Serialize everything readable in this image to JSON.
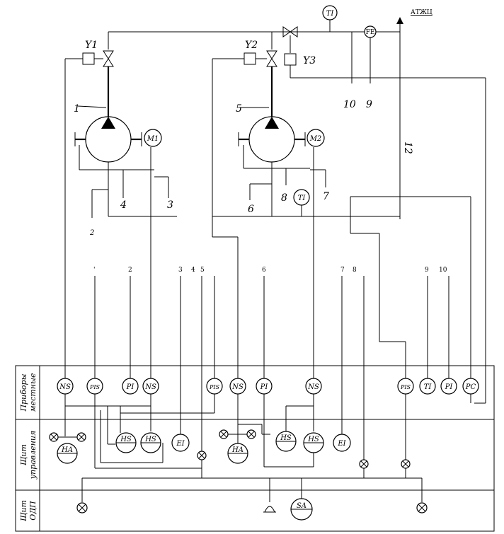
{
  "top_label": "АТЖЦ",
  "valves": {
    "y1": "Y1",
    "y2": "Y2",
    "y3": "Y3"
  },
  "pumps": {
    "p1_label": "1",
    "p2_label": "5",
    "m1": "M1",
    "m2": "M2"
  },
  "pipe_labels": {
    "l2": "2",
    "l3": "3",
    "l4": "4",
    "l6": "6",
    "l7": "7",
    "l8": "8",
    "l9": "9",
    "l10": "10",
    "l12": "12"
  },
  "line_numbers": {
    "n_dot": "'",
    "n2": "2",
    "n3": "3",
    "n4": "4",
    "n5": "5",
    "n6": "6",
    "n7": "7",
    "n8": "8",
    "n9": "9",
    "n10": "10"
  },
  "zones": {
    "local": [
      "Приборы",
      "местные"
    ],
    "panel": [
      "Щит",
      "управления"
    ],
    "odp": [
      "Щит",
      "ОДП"
    ]
  },
  "instruments": {
    "ti_top": "TI",
    "fe": "FE",
    "ti_mid": "TI",
    "ns1": "NS",
    "pis1": "PIS",
    "pi1": "PI",
    "ns2": "NS",
    "pis2": "PIS",
    "ns3": "NS",
    "pi2": "PI",
    "ns4": "NS",
    "pis3": "PIS",
    "ti_loc": "TI",
    "pi3": "PI",
    "pc": "PC",
    "ha1": "HA",
    "hs1": "HS",
    "hs2": "HS",
    "ei1": "EI",
    "ha2": "HA",
    "hs3": "HS",
    "hs4": "HS",
    "ei2": "EI",
    "sa": "SA"
  }
}
